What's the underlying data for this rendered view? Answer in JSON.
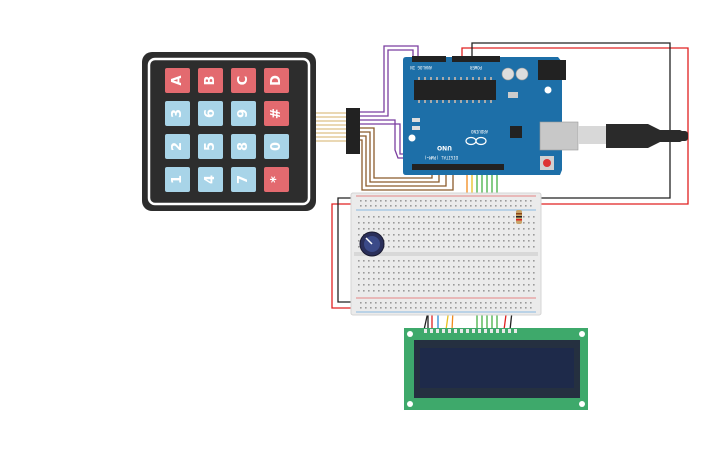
{
  "colors": {
    "keypad_body": "#2d2d2d",
    "key_blue": "#a8d4e8",
    "key_red": "#e36a6f",
    "arduino_blue": "#1d6fa8",
    "lcd_green": "#3ea96b",
    "lcd_screen": "#1e2a4a",
    "breadboard": "#e8e8e8",
    "wire_red": "#e02020",
    "wire_black": "#222222",
    "wire_purple": "#7b3fa0",
    "wire_brown": "#8b5a2b",
    "wire_green": "#44b044",
    "wire_orange": "#f08a1c",
    "wire_yellow": "#e8c020",
    "wire_blue": "#2b8ad6",
    "wire_gray": "#999999"
  },
  "keypad": {
    "rows": [
      [
        {
          "label": "A",
          "kind": "red"
        },
        {
          "label": "B",
          "kind": "red"
        },
        {
          "label": "C",
          "kind": "red"
        },
        {
          "label": "D",
          "kind": "red"
        }
      ],
      [
        {
          "label": "3",
          "kind": "blue"
        },
        {
          "label": "6",
          "kind": "blue"
        },
        {
          "label": "9",
          "kind": "blue"
        },
        {
          "label": "#",
          "kind": "red"
        }
      ],
      [
        {
          "label": "2",
          "kind": "blue"
        },
        {
          "label": "5",
          "kind": "blue"
        },
        {
          "label": "8",
          "kind": "blue"
        },
        {
          "label": "0",
          "kind": "blue"
        }
      ],
      [
        {
          "label": "1",
          "kind": "blue"
        },
        {
          "label": "4",
          "kind": "blue"
        },
        {
          "label": "7",
          "kind": "blue"
        },
        {
          "label": "*",
          "kind": "red"
        }
      ]
    ]
  },
  "arduino": {
    "model": "UNO",
    "brand": "ARDUINO",
    "power_label": "POWER",
    "analog_label": "ANALOG IN",
    "digital_label": "DIGITAL (PWM~)"
  }
}
